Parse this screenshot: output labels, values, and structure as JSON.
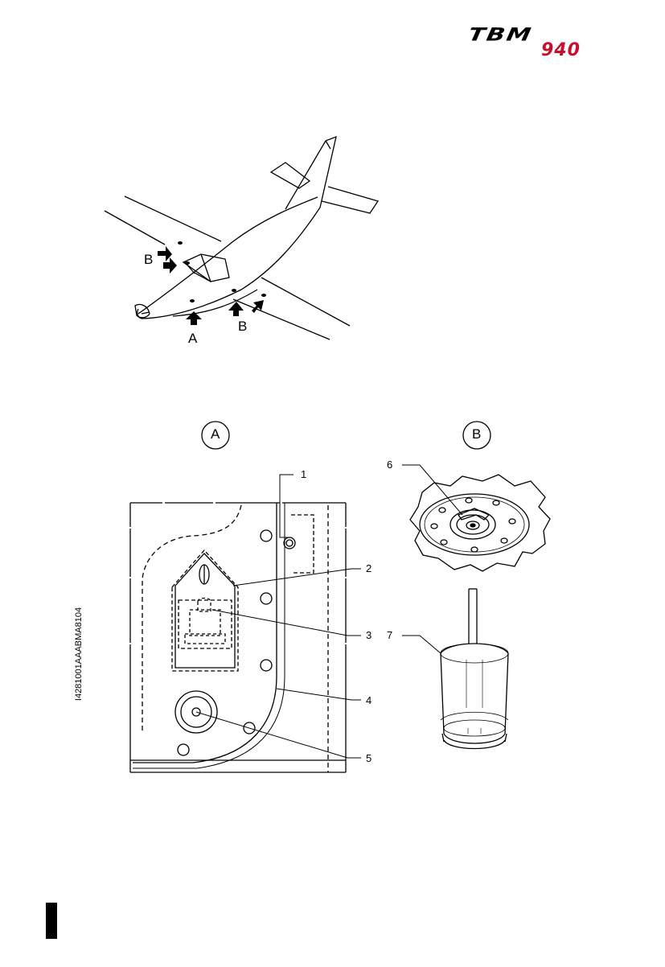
{
  "logo": {
    "text": "TBM",
    "model": "940",
    "accent_color": "#c8102e"
  },
  "figure_code": "I4281001AAABMA8104",
  "overview_labels": {
    "b_left": "B",
    "a": "A",
    "b_right": "B"
  },
  "detail_headers": {
    "a": "A",
    "b": "B"
  },
  "callouts": {
    "c1": "1",
    "c2": "2",
    "c3": "3",
    "c4": "4",
    "c5": "5",
    "c6": "6",
    "c7": "7"
  }
}
